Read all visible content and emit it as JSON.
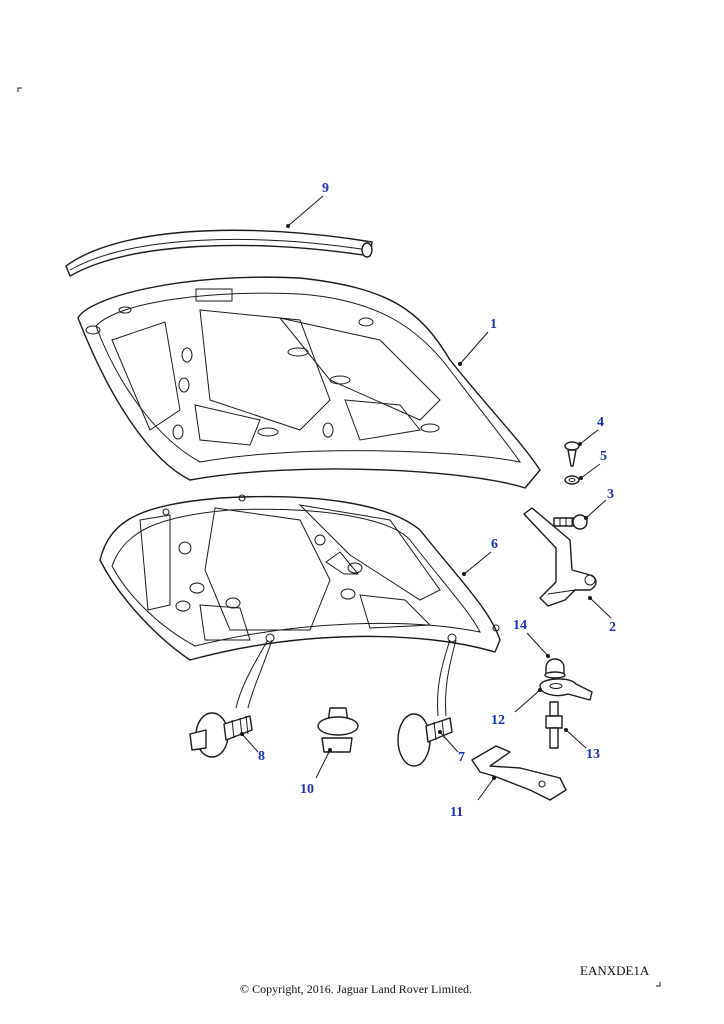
{
  "diagram": {
    "callouts": [
      "1",
      "2",
      "3",
      "4",
      "5",
      "6",
      "7",
      "8",
      "9",
      "10",
      "11",
      "12",
      "13",
      "14"
    ],
    "reference_code": "EANXDE1A",
    "copyright": "© Copyright, 2016. Jaguar Land Rover Limited."
  }
}
